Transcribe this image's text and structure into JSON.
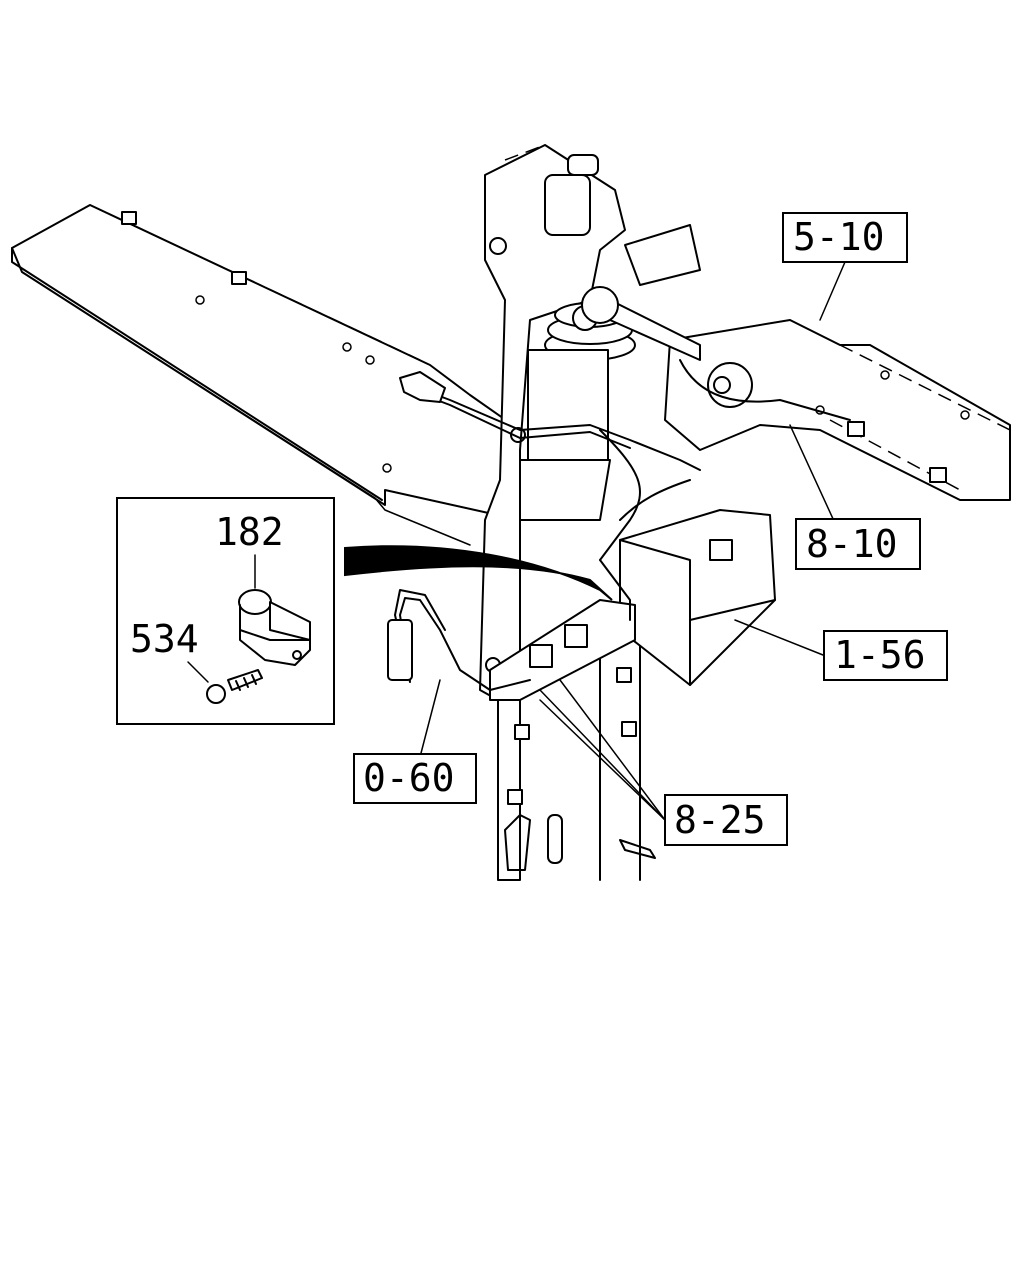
{
  "labels": {
    "l_5_10": "5-10",
    "l_8_10": "8-10",
    "l_1_56": "1-56",
    "l_0_60": "0-60",
    "l_8_25": "8-25"
  },
  "inset": {
    "part_182": "182",
    "part_534": "534"
  },
  "colors": {
    "line": "#000000",
    "background": "#ffffff"
  }
}
